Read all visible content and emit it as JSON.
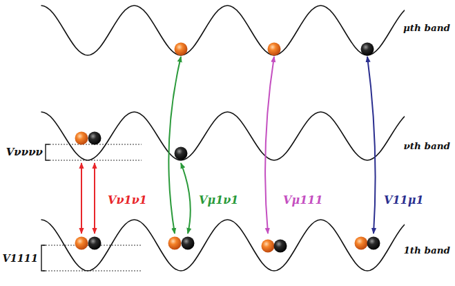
{
  "diagram": {
    "nodes": [
      {
        "text": [
          "μth band"
        ]
      },
      {
        "text": [
          "νth band"
        ]
      },
      {
        "text": [
          "1th band"
        ]
      }
    ],
    "edges": [
      {
        "from": 2,
        "to": 1,
        "arrow": "both",
        "label": "Vν1ν1"
      },
      {
        "from": 2,
        "to": 1,
        "arrow": "both"
      },
      {
        "from": 2,
        "to": 0,
        "arrow": "both",
        "label": "Vμ1ν1"
      },
      {
        "from": 2,
        "to": 1,
        "arrow": "both"
      },
      {
        "from": 2,
        "to": 0,
        "arrow": "both",
        "label": "Vμ111"
      },
      {
        "from": 2,
        "to": 0,
        "arrow": "both",
        "label": "V11μ1"
      }
    ],
    "labels": [
      "Vνννν",
      "V1111"
    ]
  }
}
